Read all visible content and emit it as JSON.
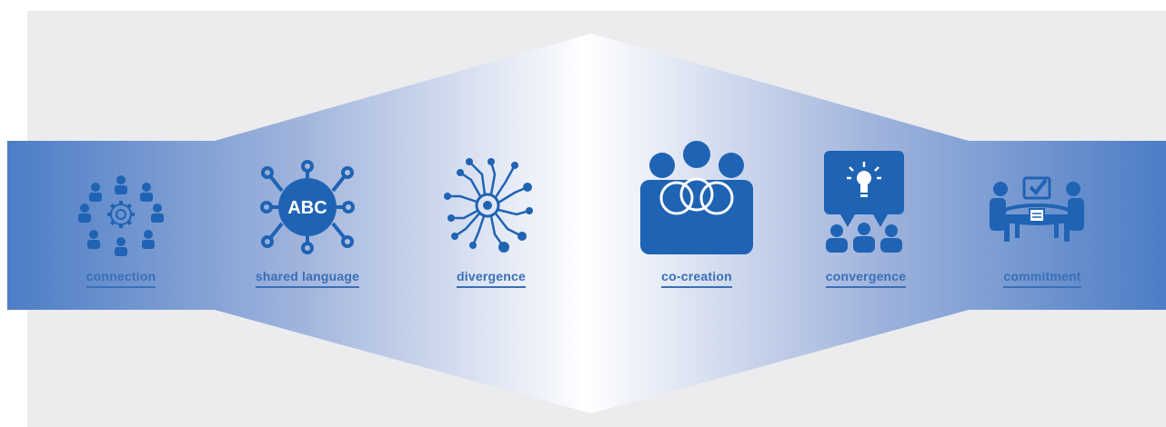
{
  "colors": {
    "background": "#ececee",
    "band_edge": "#4e7fc7",
    "band_center": "#ffffff",
    "icon": "#1f63b4",
    "label": "#3a6fb6"
  },
  "stages": [
    {
      "label": "connection",
      "icon": "people-around-gear-icon"
    },
    {
      "label": "shared language",
      "icon": "abc-network-icon"
    },
    {
      "label": "divergence",
      "icon": "radiating-circuit-icon"
    },
    {
      "label": "co-creation",
      "icon": "group-overlapping-circles-icon"
    },
    {
      "label": "convergence",
      "icon": "presentation-lightbulb-icon"
    },
    {
      "label": "commitment",
      "icon": "meeting-table-checklist-icon"
    }
  ],
  "abc_text": "ABC"
}
